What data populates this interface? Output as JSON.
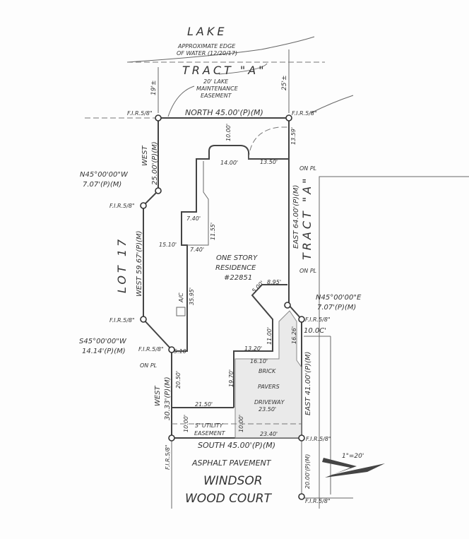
{
  "labels": {
    "lake": "LAKE",
    "water_edge_1": "APPROXIMATE EDGE",
    "water_edge_2": "OF WATER (12/20/17)",
    "tract_a_top": "TRACT \"A\"",
    "easement_1": "20' LAKE",
    "easement_2": "MAINTENANCE",
    "easement_3": "EASEMENT",
    "dist_19": "19'±",
    "dist_25": "25'±",
    "north_line": "NORTH 45.00'(P)(M)",
    "fir": "F.I.R.5/8\"",
    "west_top": "WEST",
    "west_top_dist": "25.00'(P)(M)",
    "n45w_1": "N45°00'00\"W",
    "n45w_2": "7.07'(P)(M)",
    "lot17": "LOT 17",
    "west_mid": "WEST 59.67'(P)(M)",
    "east_top": "EAST 64.00'(P)(M)",
    "tract_a_right": "TRACT \"A\"",
    "on_pl": "ON PL",
    "residence_1": "ONE STORY",
    "residence_2": "RESIDENCE",
    "residence_3": "#22851",
    "n45e_1": "N45°00'00\"E",
    "n45e_2": "7.07'(P)(M)",
    "s45w_1": "S45°00'00\"W",
    "s45w_2": "14.14'(P)(M)",
    "dist_10": "10.00'",
    "dist_10c": "10.0C'",
    "dist_14": "14.00'",
    "dist_13_50": "13.50'",
    "dist_13_59": "13.59'",
    "dist_15_10": "15.10'",
    "dist_7_40a": "7.40'",
    "dist_7_40b": "7.40'",
    "dist_35_95": "35.95'",
    "dist_11_55": "11.55'",
    "dist_8_95": "8.95'",
    "dist_5_00": "5.00'",
    "dist_13_20": "13.20'",
    "dist_16_10": "16.10'",
    "dist_11_00": "11.00'",
    "dist_16_26": "16.26'",
    "dist_20_50": "20.50'",
    "dist_19_70": "19.70'",
    "dist_21_50": "21.50'",
    "dist_23_50": "23.50'",
    "dist_23_40": "23.40'",
    "dist_10_00a": "10.00'",
    "dist_10_00b": "10.00'",
    "dist_5_10": "5.10",
    "ac": "A/C",
    "brick": "BRICK",
    "pavers": "PAVERS",
    "driveway": "DRIVEWAY",
    "utility_1": "5' UTILITY",
    "utility_2": "EASEMENT",
    "west_bot": "WEST",
    "west_bot_dist": "30.33'(P)(M)",
    "east_bot": "EAST 41.00'(P)(M)",
    "south_line": "SOUTH 45.00'(P)(M)",
    "asphalt": "ASPHALT PAVEMENT",
    "road_1": "WINDSOR",
    "road_2": "WOOD COURT",
    "dist_20": "20.00'(P)(M)",
    "scale": "1\"=20'"
  }
}
